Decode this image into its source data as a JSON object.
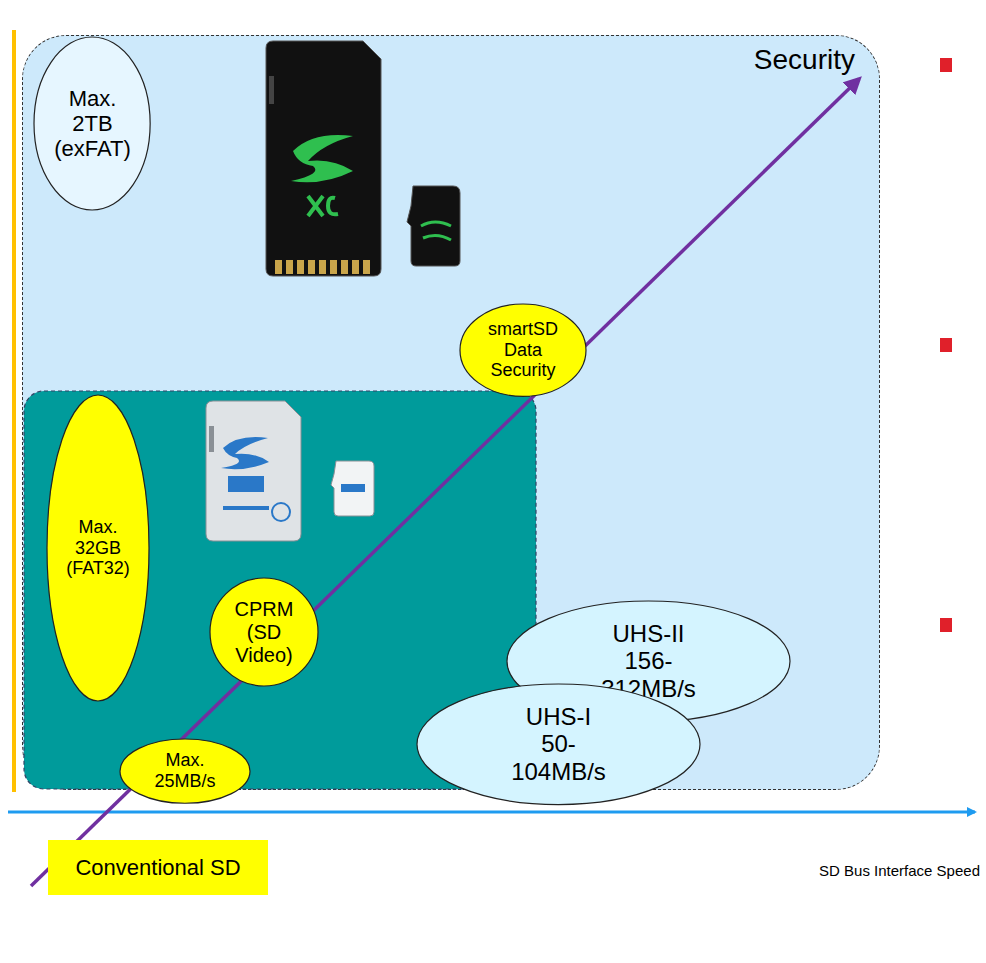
{
  "diagram": {
    "nodes": [
      {
        "text": [
          "Security"
        ]
      },
      {
        "text": [
          "Max. 2TB (exFAT)"
        ],
        "in": 0
      },
      {
        "text": [
          "smartSD Data Security"
        ],
        "in": 0
      },
      {
        "text": [
          "Max. 32GB (FAT32)"
        ],
        "in": 0
      },
      {
        "text": [
          "CPRM (SD Video)"
        ],
        "in": 0
      },
      {
        "text": [
          "UHS-II 156-312MB/s"
        ],
        "in": 0
      },
      {
        "text": [
          "UHS-I 50-104MB/s"
        ],
        "in": 0
      },
      {
        "text": [
          "Max. 25MB/s"
        ],
        "in": 0
      },
      {
        "text": [
          "Conventional SD"
        ]
      }
    ],
    "labels": [
      "SD Bus Interface Speed"
    ]
  }
}
